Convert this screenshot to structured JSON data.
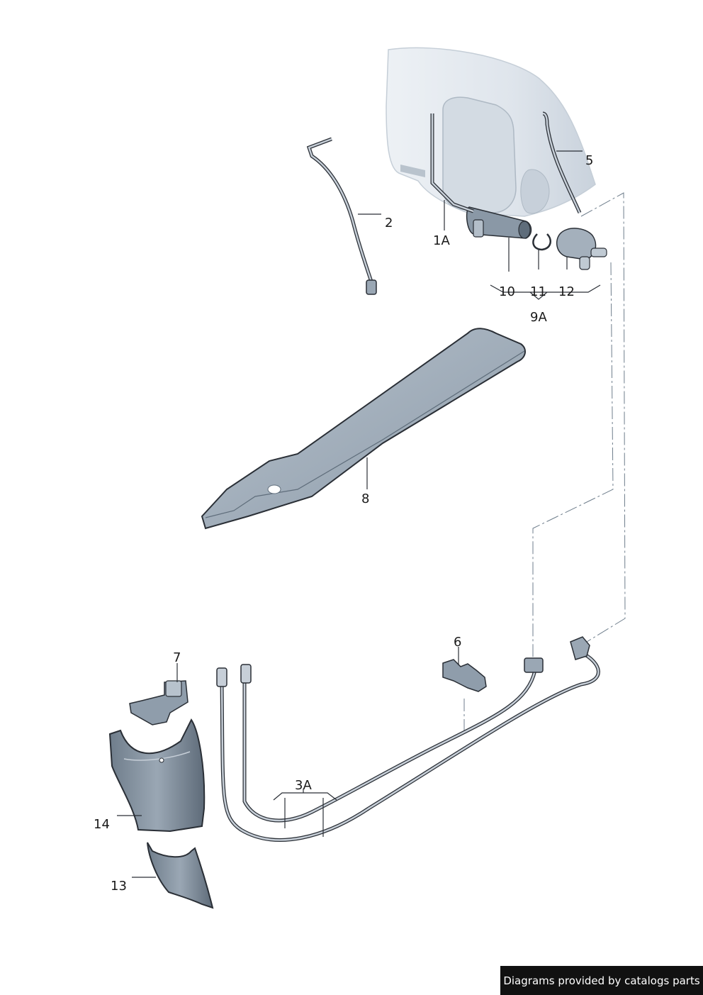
{
  "callouts": {
    "c1A": "1A",
    "c2": "2",
    "c3A": "3A",
    "c5": "5",
    "c6": "6",
    "c7": "7",
    "c8": "8",
    "c9A": "9A",
    "c10": "10",
    "c11": "11",
    "c12": "12",
    "c13": "13",
    "c14": "14"
  },
  "footer": {
    "credit": "Diagrams provided by catalogs parts"
  },
  "colors": {
    "part_fill": "#8f9dab",
    "part_light": "#c7cfd8",
    "part_dark": "#5f6d7b",
    "reservoir_fill": "#e3e8ee",
    "line": "#2a2f36",
    "dashed_line": "#6f7e8c"
  }
}
